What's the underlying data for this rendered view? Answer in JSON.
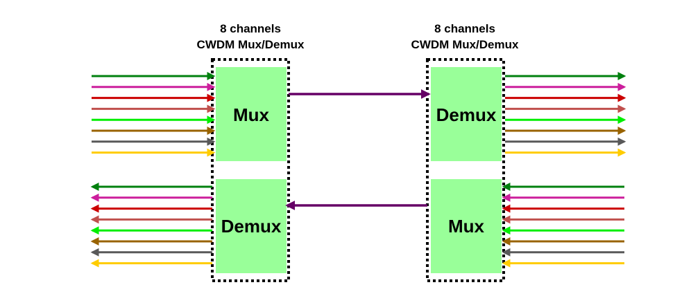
{
  "left_unit": {
    "title_line1": "8 channels",
    "title_line2": "CWDM Mux/Demux",
    "top_block": "Mux",
    "bottom_block": "Demux"
  },
  "right_unit": {
    "title_line1": "8 channels",
    "title_line2": "CWDM Mux/Demux",
    "top_block": "Demux",
    "bottom_block": "Mux"
  },
  "channel_colors": [
    "#00800e",
    "#cc1e9c",
    "#cc0000",
    "#c0504d",
    "#00ee00",
    "#996300",
    "#595959",
    "#ffcc00"
  ],
  "link_color": "#660066",
  "block_fill": "#99ff99"
}
